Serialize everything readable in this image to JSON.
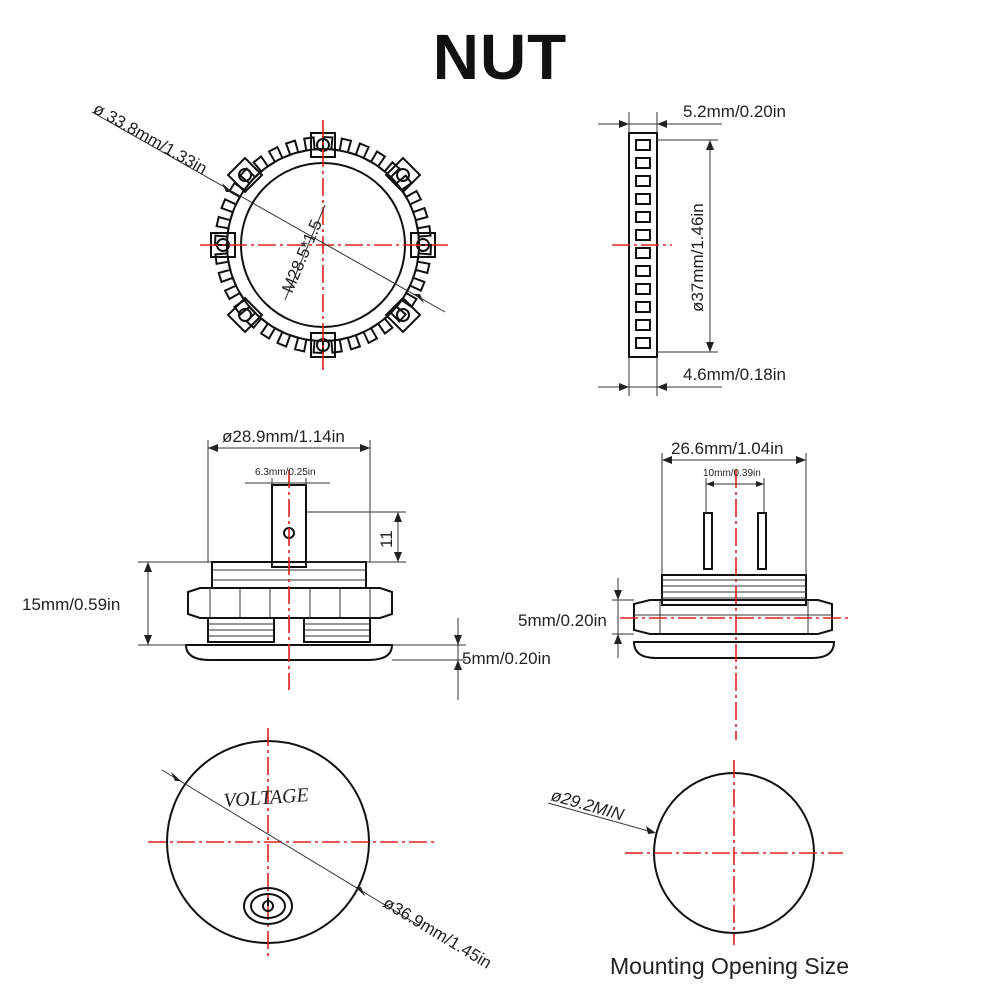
{
  "title": "NUT",
  "nut_front": {
    "outer_diameter": "ø 33.8mm/1.33in",
    "thread": "M28.5*1.5"
  },
  "nut_side": {
    "thickness_top": "5.2mm/0.20in",
    "diameter": "ø37mm/1.46in",
    "thickness_bottom": "4.6mm/0.18in"
  },
  "body_front": {
    "width": "ø28.9mm/1.14in",
    "terminal_width": "6.3mm/0.25in",
    "terminal_height": "11",
    "height": "15mm/0.59in",
    "cap_height": "5mm/0.20in"
  },
  "body_side": {
    "width": "26.6mm/1.04in",
    "terminal_spacing": "10mm/0.39in",
    "nut_height": "5mm/0.20in"
  },
  "face": {
    "label": "VOLTAGE",
    "diameter": "ø36.9mm/1.45in"
  },
  "opening": {
    "diameter": "ø29.2MIN",
    "caption": "Mounting Opening Size"
  },
  "colors": {
    "centerline": "#e02020",
    "outline": "#111111"
  }
}
